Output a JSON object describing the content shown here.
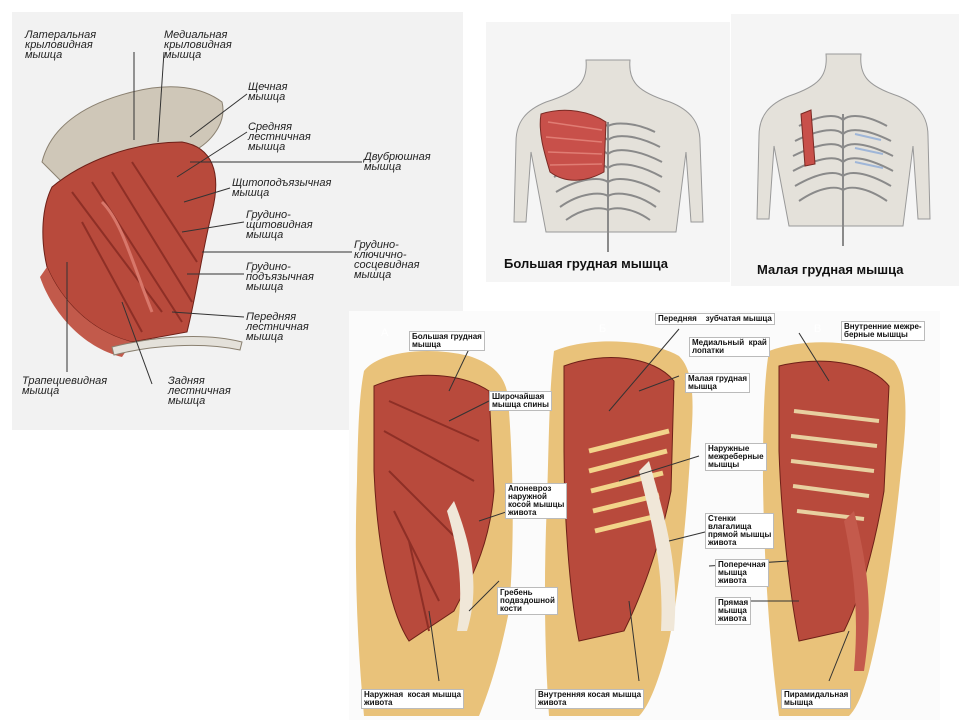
{
  "neck_panel": {
    "labels": {
      "lateral_pterygoid": "Латеральная\nкрыловидная\nмышца",
      "medial_pterygoid": "Медиальная\nкрыловидная\nмышца",
      "buccal": "Щечная\nмышца",
      "middle_scalene": "Средняя\nлестничная\nмышца",
      "digastric": "Двубрюшная\nмышца",
      "thyrohyoid": "Щитоподъязычная\nмышца",
      "sternothyroid": "Грудино-\nщитовидная\nмышца",
      "sternocleidomastoid": "Грудино-\nключично-\nсосцевидная\nмышца",
      "sternohyoid": "Грудино-\nподъязычная\nмышца",
      "anterior_scalene": "Передняя\nлестничная\nмышца",
      "trapezius": "Трапециевидная\nмышца",
      "posterior_scalene": "Задняя\nлестничная\nмышца"
    }
  },
  "chest_panel": {
    "captions": {
      "pectoralis_major": "Большая грудная мышца",
      "pectoralis_minor": "Малая грудная мышца"
    }
  },
  "torso_panel": {
    "letters": {
      "a": "А",
      "b": "Б",
      "v": "В"
    },
    "labels": {
      "pectoralis_major": "Большая грудная\nмышца",
      "serratus_anterior": "Передняя    зубчатая мышца",
      "internal_intercostal": "Внутренние межре-\nберные мышцы",
      "scapula_medial_edge": "Медиальный  край\nлопатки",
      "pectoralis_minor": "Малая грудная\nмышца",
      "latissimus_dorsi": "Широчайшая\nмышца спины",
      "external_intercostal": "Наружные\nмежреберные\nмышцы",
      "aponeurosis": "Апоневроз\nнаружной\nкосой мышцы\nживота",
      "rectus_sheath": "Стенки\nвлагалища\nпрямой мышцы\nживота",
      "transverse": "Поперечная\nмышца\nживота",
      "rectus": "Прямая\nмышца\nживота",
      "iliac_crest": "Гребень\nподвздошной\nкости",
      "external_oblique": "Наружная  косая мышца\nживота",
      "internal_oblique": "Внутренняя косая мышца\nживота",
      "pyramidal": "Пирамидальная\nмышца"
    }
  },
  "colors": {
    "muscle": "#b84a3c",
    "muscle_dark": "#8e2f26",
    "skin": "#e9c27a",
    "bone": "#e4e1da",
    "neck_bg": "#f2f2f2",
    "chest_bg": "#f5f5f5",
    "torso_bg": "#fbfbfb"
  }
}
